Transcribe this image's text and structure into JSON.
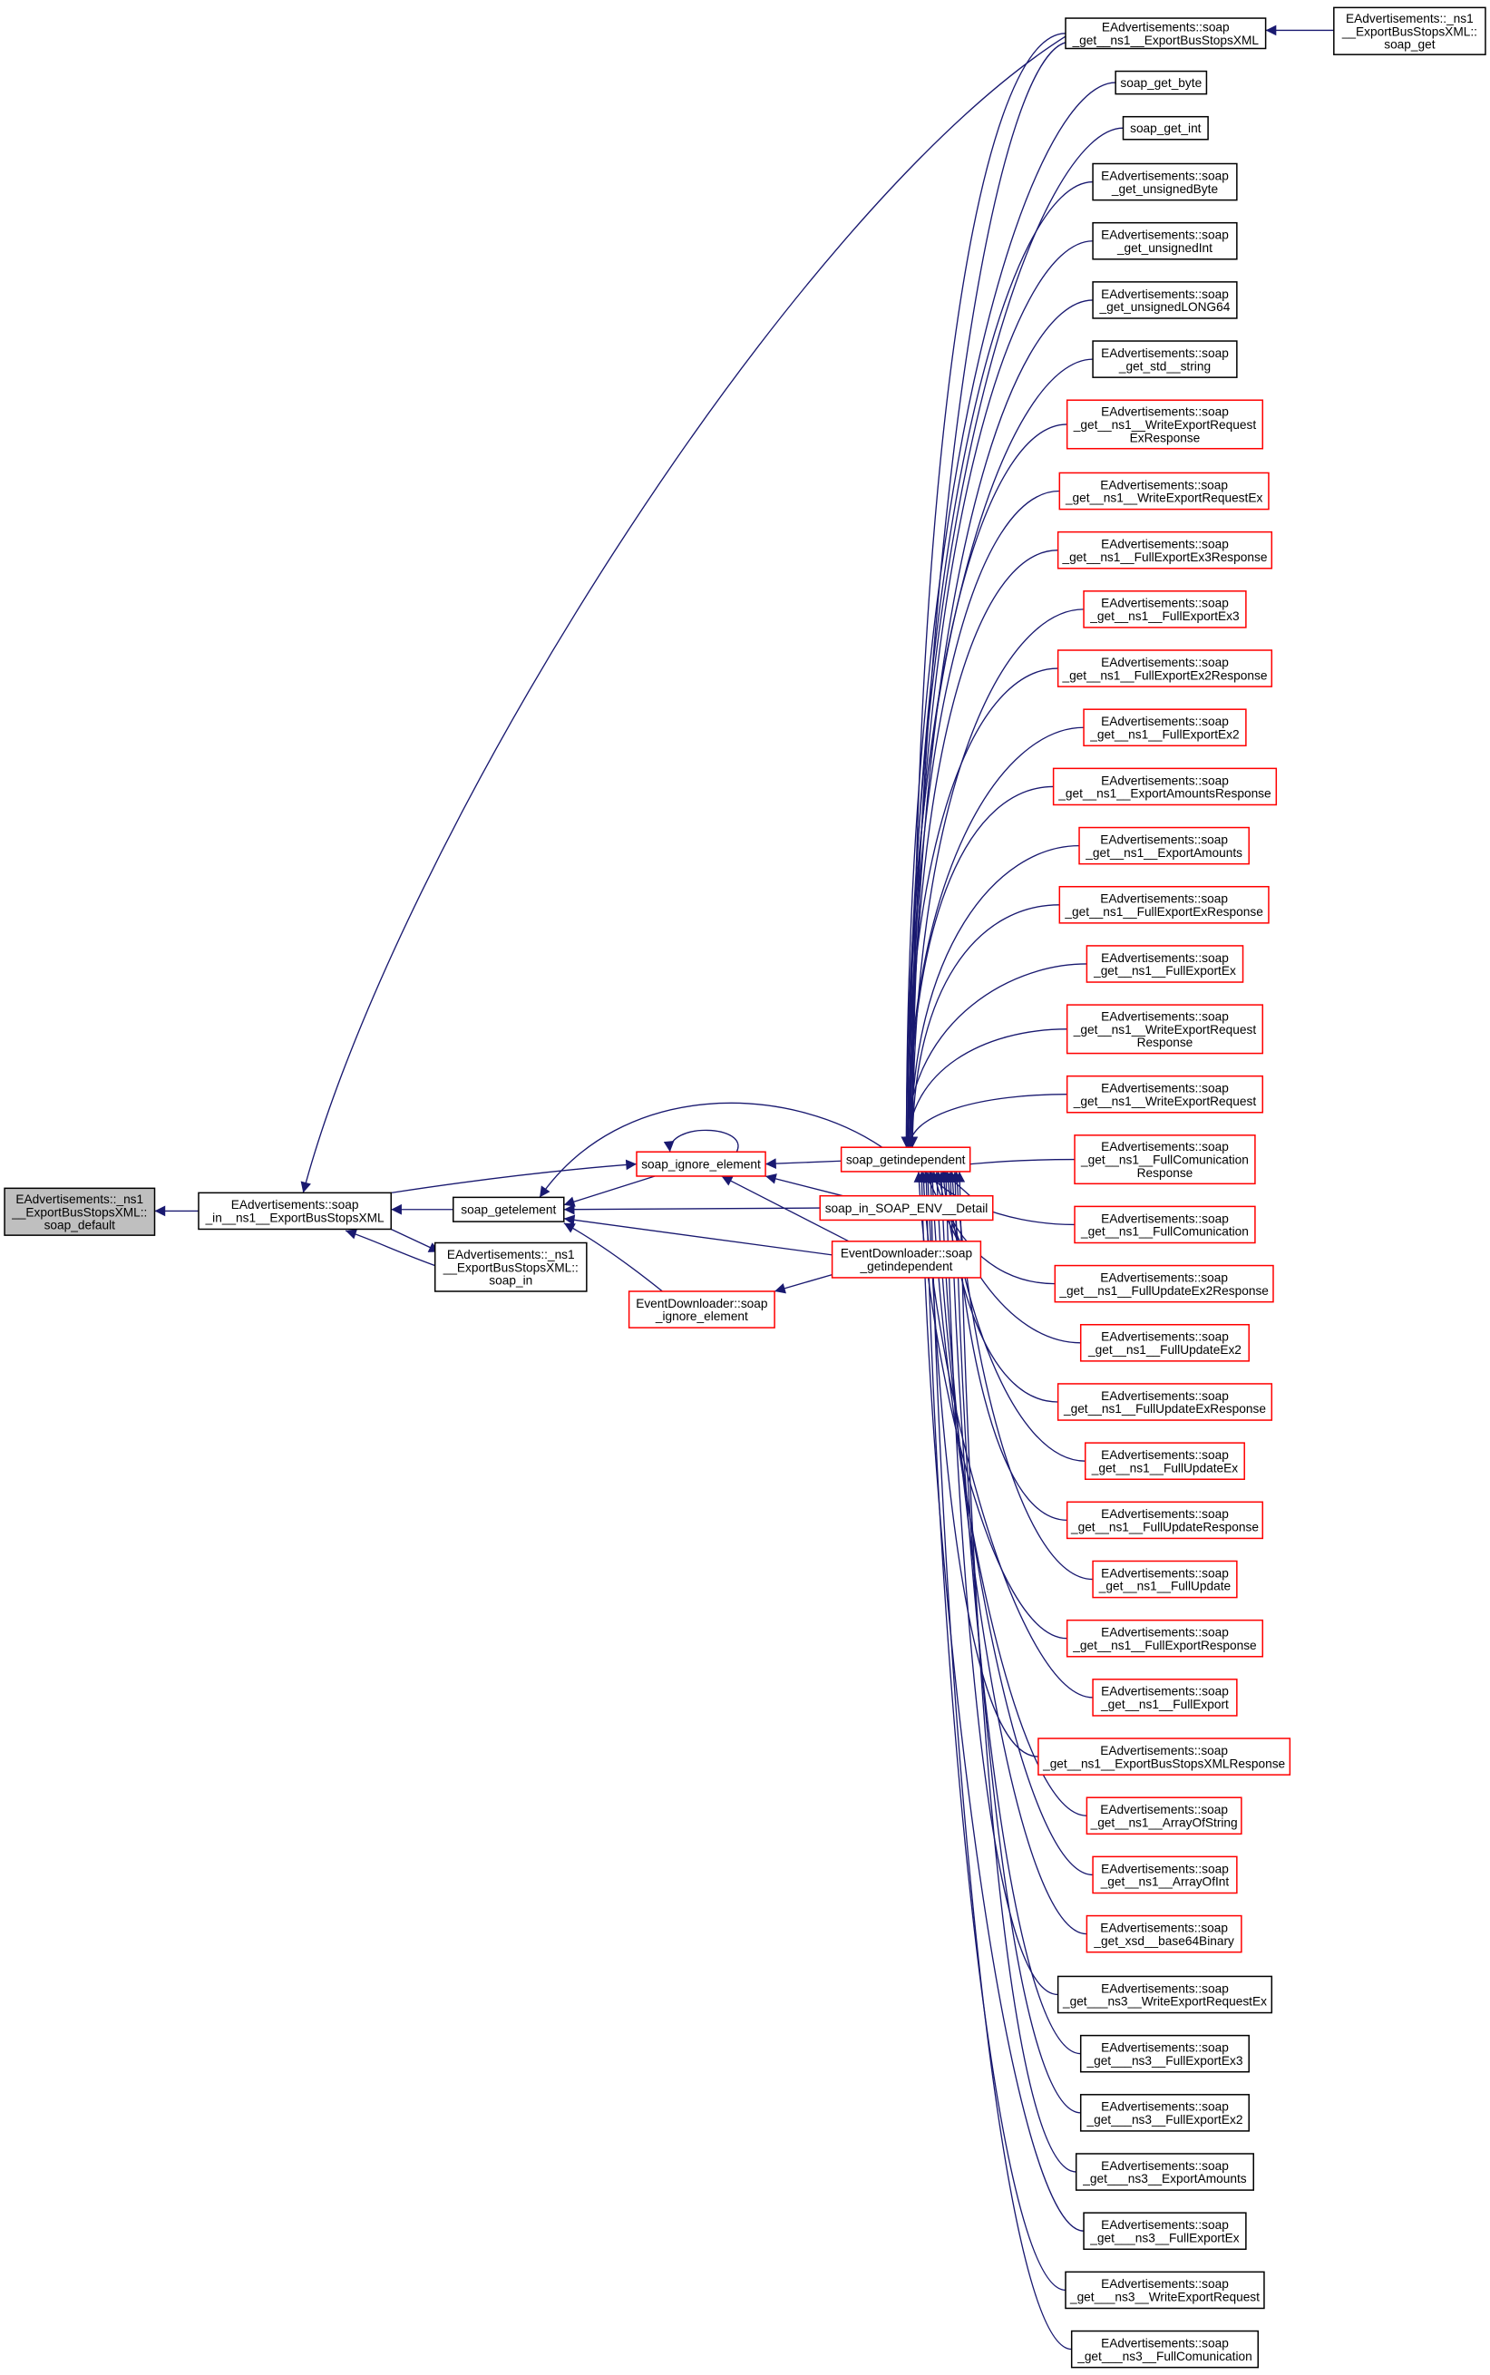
{
  "diagram": {
    "type": "caller-graph",
    "colors": {
      "edge": "#191970",
      "red_border": "#ff0000",
      "black_border": "#000000",
      "focus_fill": "#bfbfbf"
    },
    "nodes": [
      {
        "id": "default",
        "style": "focus",
        "lines": [
          "EAdvertisements::_ns1",
          "__ExportBusStopsXML::",
          "soap_default"
        ]
      },
      {
        "id": "in_ns1",
        "style": "black",
        "lines": [
          "EAdvertisements::soap",
          "_in__ns1__ExportBusStopsXML"
        ]
      },
      {
        "id": "cls_in",
        "style": "black",
        "lines": [
          "EAdvertisements::_ns1",
          "__ExportBusStopsXML::",
          "soap_in"
        ]
      },
      {
        "id": "getelement",
        "style": "black",
        "lines": [
          "soap_getelement"
        ]
      },
      {
        "id": "ignore",
        "style": "red",
        "lines": [
          "soap_ignore_element"
        ]
      },
      {
        "id": "getind",
        "style": "red",
        "lines": [
          "soap_getindependent"
        ]
      },
      {
        "id": "detail",
        "style": "red",
        "lines": [
          "soap_in_SOAP_ENV__Detail"
        ]
      },
      {
        "id": "evt_getind",
        "style": "red",
        "lines": [
          "EventDownloader::soap",
          "_getindependent"
        ]
      },
      {
        "id": "evt_ignore",
        "style": "red",
        "lines": [
          "EventDownloader::soap",
          "_ignore_element"
        ]
      },
      {
        "id": "r01",
        "style": "black",
        "lines": [
          "EAdvertisements::soap",
          "_get__ns1__ExportBusStopsXML"
        ]
      },
      {
        "id": "r00",
        "style": "black",
        "lines": [
          "EAdvertisements::_ns1",
          "__ExportBusStopsXML::",
          "soap_get"
        ]
      },
      {
        "id": "r02",
        "style": "black",
        "lines": [
          "soap_get_byte"
        ]
      },
      {
        "id": "r03",
        "style": "black",
        "lines": [
          "soap_get_int"
        ]
      },
      {
        "id": "r04",
        "style": "black",
        "lines": [
          "EAdvertisements::soap",
          "_get_unsignedByte"
        ]
      },
      {
        "id": "r05",
        "style": "black",
        "lines": [
          "EAdvertisements::soap",
          "_get_unsignedInt"
        ]
      },
      {
        "id": "r06",
        "style": "black",
        "lines": [
          "EAdvertisements::soap",
          "_get_unsignedLONG64"
        ]
      },
      {
        "id": "r07",
        "style": "black",
        "lines": [
          "EAdvertisements::soap",
          "_get_std__string"
        ]
      },
      {
        "id": "r08",
        "style": "red",
        "lines": [
          "EAdvertisements::soap",
          "_get__ns1__WriteExportRequest",
          "ExResponse"
        ]
      },
      {
        "id": "r09",
        "style": "red",
        "lines": [
          "EAdvertisements::soap",
          "_get__ns1__WriteExportRequestEx"
        ]
      },
      {
        "id": "r10",
        "style": "red",
        "lines": [
          "EAdvertisements::soap",
          "_get__ns1__FullExportEx3Response"
        ]
      },
      {
        "id": "r11",
        "style": "red",
        "lines": [
          "EAdvertisements::soap",
          "_get__ns1__FullExportEx3"
        ]
      },
      {
        "id": "r12",
        "style": "red",
        "lines": [
          "EAdvertisements::soap",
          "_get__ns1__FullExportEx2Response"
        ]
      },
      {
        "id": "r13",
        "style": "red",
        "lines": [
          "EAdvertisements::soap",
          "_get__ns1__FullExportEx2"
        ]
      },
      {
        "id": "r14",
        "style": "red",
        "lines": [
          "EAdvertisements::soap",
          "_get__ns1__ExportAmountsResponse"
        ]
      },
      {
        "id": "r15",
        "style": "red",
        "lines": [
          "EAdvertisements::soap",
          "_get__ns1__ExportAmounts"
        ]
      },
      {
        "id": "r16",
        "style": "red",
        "lines": [
          "EAdvertisements::soap",
          "_get__ns1__FullExportExResponse"
        ]
      },
      {
        "id": "r17",
        "style": "red",
        "lines": [
          "EAdvertisements::soap",
          "_get__ns1__FullExportEx"
        ]
      },
      {
        "id": "r18",
        "style": "red",
        "lines": [
          "EAdvertisements::soap",
          "_get__ns1__WriteExportRequest",
          "Response"
        ]
      },
      {
        "id": "r19",
        "style": "red",
        "lines": [
          "EAdvertisements::soap",
          "_get__ns1__WriteExportRequest"
        ]
      },
      {
        "id": "r20",
        "style": "red",
        "lines": [
          "EAdvertisements::soap",
          "_get__ns1__FullComunication",
          "Response"
        ]
      },
      {
        "id": "r21",
        "style": "red",
        "lines": [
          "EAdvertisements::soap",
          "_get__ns1__FullComunication"
        ]
      },
      {
        "id": "r22",
        "style": "red",
        "lines": [
          "EAdvertisements::soap",
          "_get__ns1__FullUpdateEx2Response"
        ]
      },
      {
        "id": "r23",
        "style": "red",
        "lines": [
          "EAdvertisements::soap",
          "_get__ns1__FullUpdateEx2"
        ]
      },
      {
        "id": "r24",
        "style": "red",
        "lines": [
          "EAdvertisements::soap",
          "_get__ns1__FullUpdateExResponse"
        ]
      },
      {
        "id": "r25",
        "style": "red",
        "lines": [
          "EAdvertisements::soap",
          "_get__ns1__FullUpdateEx"
        ]
      },
      {
        "id": "r26",
        "style": "red",
        "lines": [
          "EAdvertisements::soap",
          "_get__ns1__FullUpdateResponse"
        ]
      },
      {
        "id": "r27",
        "style": "red",
        "lines": [
          "EAdvertisements::soap",
          "_get__ns1__FullUpdate"
        ]
      },
      {
        "id": "r28",
        "style": "red",
        "lines": [
          "EAdvertisements::soap",
          "_get__ns1__FullExportResponse"
        ]
      },
      {
        "id": "r29",
        "style": "red",
        "lines": [
          "EAdvertisements::soap",
          "_get__ns1__FullExport"
        ]
      },
      {
        "id": "r30",
        "style": "red",
        "lines": [
          "EAdvertisements::soap",
          "_get__ns1__ExportBusStopsXMLResponse"
        ]
      },
      {
        "id": "r31",
        "style": "red",
        "lines": [
          "EAdvertisements::soap",
          "_get__ns1__ArrayOfString"
        ]
      },
      {
        "id": "r32",
        "style": "red",
        "lines": [
          "EAdvertisements::soap",
          "_get__ns1__ArrayOfInt"
        ]
      },
      {
        "id": "r33",
        "style": "red",
        "lines": [
          "EAdvertisements::soap",
          "_get_xsd__base64Binary"
        ]
      },
      {
        "id": "r34",
        "style": "black",
        "lines": [
          "EAdvertisements::soap",
          "_get___ns3__WriteExportRequestEx"
        ]
      },
      {
        "id": "r35",
        "style": "black",
        "lines": [
          "EAdvertisements::soap",
          "_get___ns3__FullExportEx3"
        ]
      },
      {
        "id": "r36",
        "style": "black",
        "lines": [
          "EAdvertisements::soap",
          "_get___ns3__FullExportEx2"
        ]
      },
      {
        "id": "r37",
        "style": "black",
        "lines": [
          "EAdvertisements::soap",
          "_get___ns3__ExportAmounts"
        ]
      },
      {
        "id": "r38",
        "style": "black",
        "lines": [
          "EAdvertisements::soap",
          "_get___ns3__FullExportEx"
        ]
      },
      {
        "id": "r39",
        "style": "black",
        "lines": [
          "EAdvertisements::soap",
          "_get___ns3__WriteExportRequest"
        ]
      },
      {
        "id": "r40",
        "style": "black",
        "lines": [
          "EAdvertisements::soap",
          "_get___ns3__FullComunication"
        ]
      }
    ],
    "edges": [
      [
        "in_ns1",
        "default"
      ],
      [
        "cls_in",
        "in_ns1"
      ],
      [
        "in_ns1",
        "cls_in"
      ],
      [
        "getelement",
        "in_ns1"
      ],
      [
        "ignore",
        "getelement"
      ],
      [
        "getind",
        "getelement"
      ],
      [
        "detail",
        "getelement"
      ],
      [
        "evt_getind",
        "getelement"
      ],
      [
        "evt_ignore",
        "getelement"
      ],
      [
        "in_ns1",
        "ignore"
      ],
      [
        "ignore",
        "ignore"
      ],
      [
        "getind",
        "ignore"
      ],
      [
        "detail",
        "ignore"
      ],
      [
        "evt_getind",
        "ignore"
      ],
      [
        "evt_getind",
        "evt_ignore"
      ],
      [
        "r01",
        "in_ns1"
      ],
      [
        "r00",
        "r01"
      ],
      [
        "evt_getind",
        "getind"
      ],
      [
        "detail",
        "getind"
      ]
    ]
  }
}
